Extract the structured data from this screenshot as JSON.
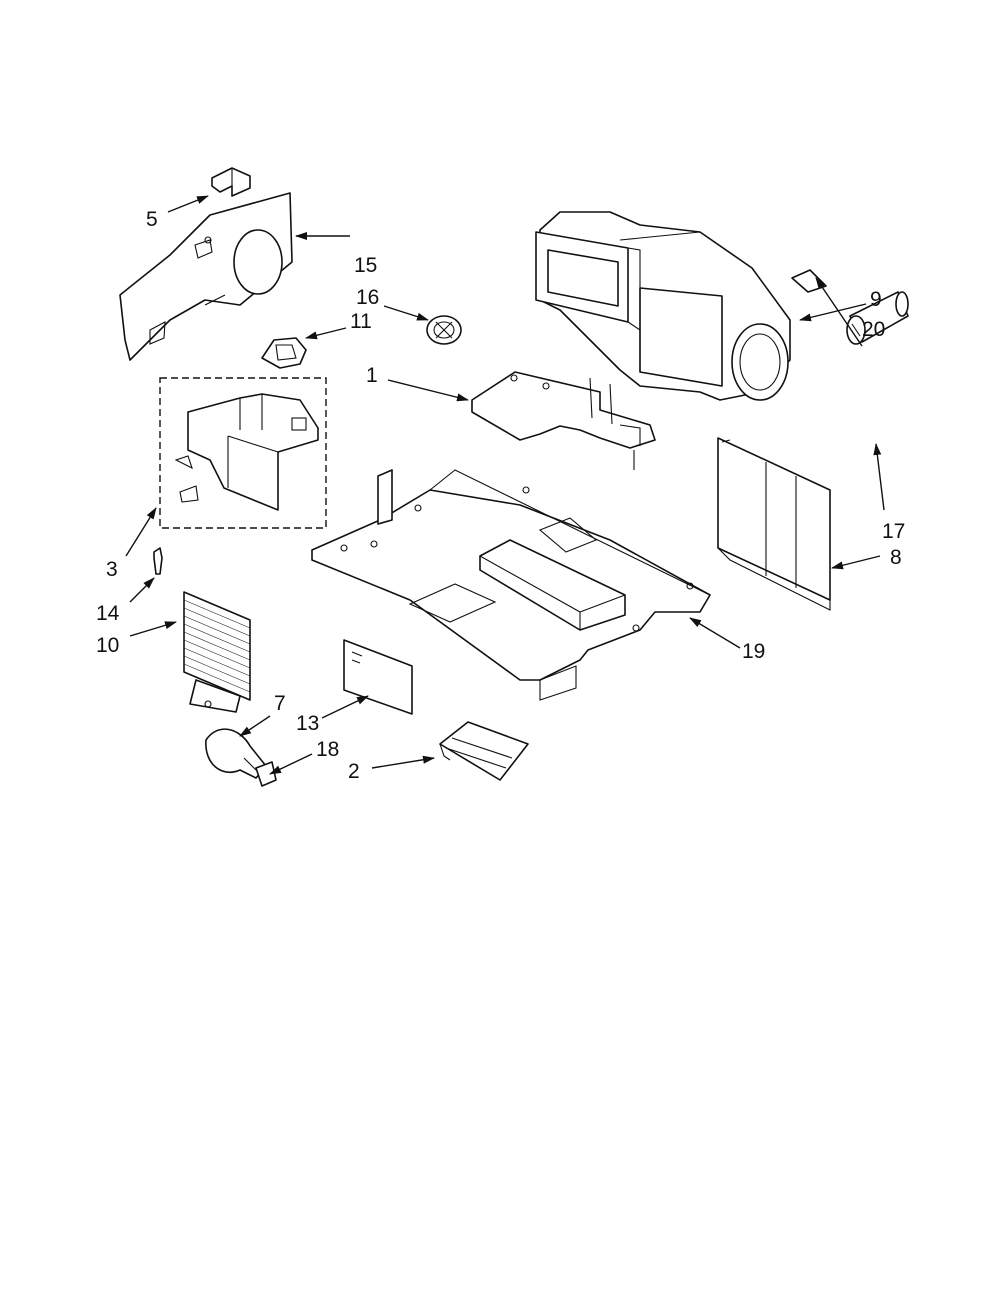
{
  "diagram": {
    "callouts": [
      "5",
      "15",
      "16",
      "11",
      "1",
      "9",
      "20",
      "3",
      "17",
      "8",
      "14",
      "10",
      "19",
      "7",
      "13",
      "18",
      "2"
    ]
  }
}
